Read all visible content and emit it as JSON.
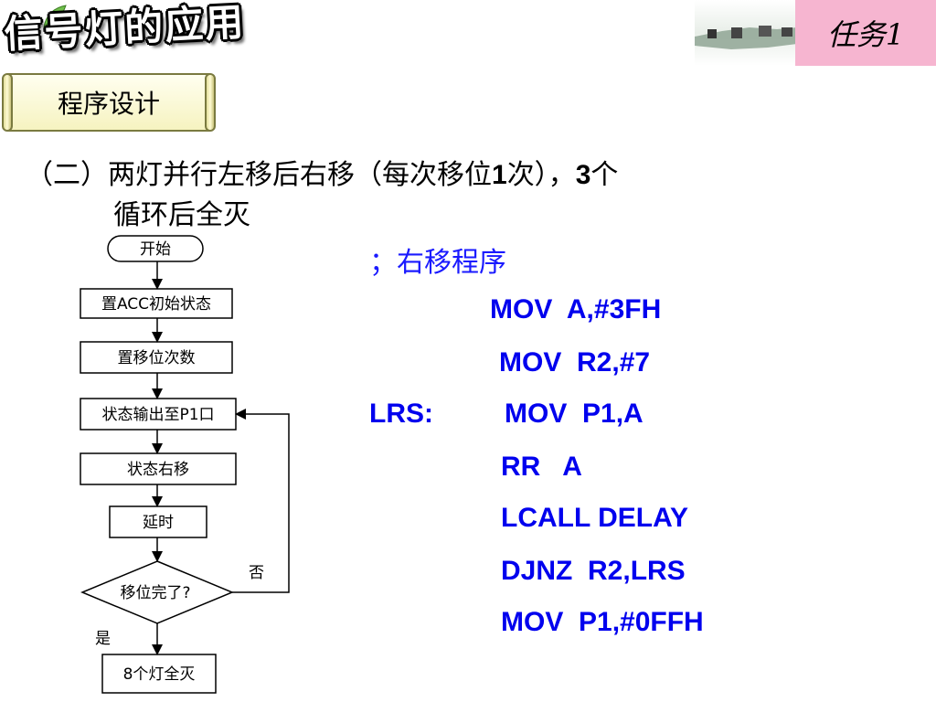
{
  "header": {
    "title": "信号灯的应用",
    "task_badge": "任务1",
    "section_label": "程序设计",
    "colors": {
      "badge_bg": "#f6b5d0",
      "code": "#0000ee",
      "comment": "#1a1aff"
    }
  },
  "heading": {
    "line1_prefix": "（二）两灯并行左移后右移（每次移位",
    "line1_num1": "1",
    "line1_mid": "次），",
    "line1_num2": "3",
    "line1_suffix": "个",
    "line2": "循环后全灭"
  },
  "flowchart": {
    "start": "开始",
    "step1": "置ACC初始状态",
    "step2": "置移位次数",
    "step3": "状态输出至P1口",
    "step4": "状态右移",
    "step5": "延时",
    "decision": "移位完了?",
    "no_label": "否",
    "yes_label": "是",
    "end": "8个灯全灭"
  },
  "code": {
    "comment": "；右移程序",
    "lines": [
      "MOV  A,#3FH",
      "MOV  R2,#7",
      "MOV  P1,A",
      "RR   A",
      "LCALL DELAY",
      "DJNZ  R2,LRS",
      "MOV  P1,#0FFH"
    ],
    "label": "LRS:"
  }
}
